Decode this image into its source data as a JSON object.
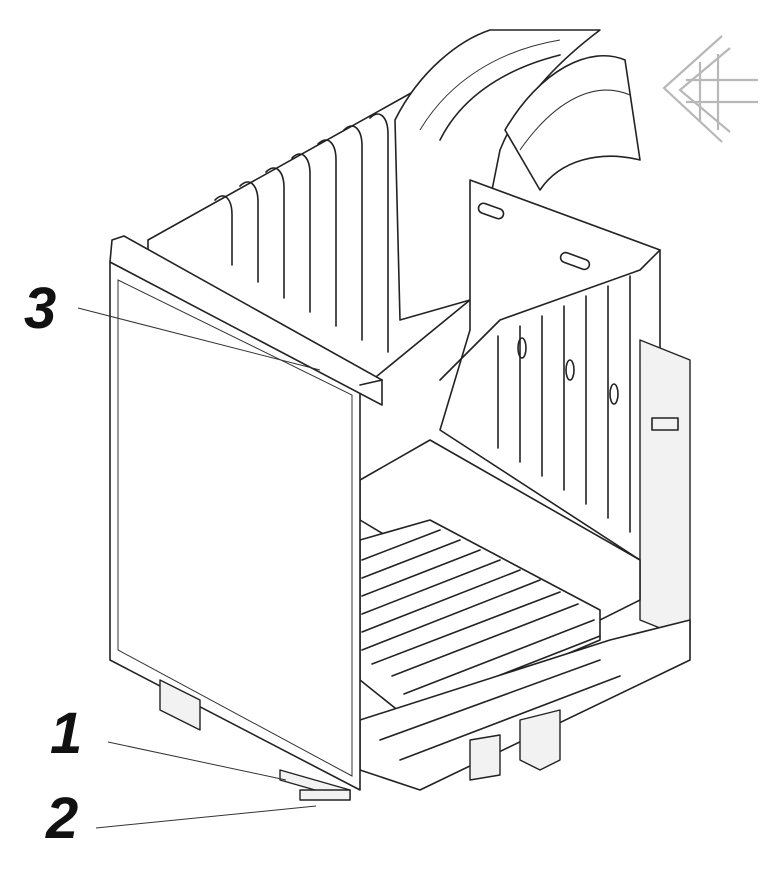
{
  "callouts": {
    "one": "1",
    "two": "2",
    "three": "3"
  },
  "logo_icon": "corner-grid-logo-icon"
}
